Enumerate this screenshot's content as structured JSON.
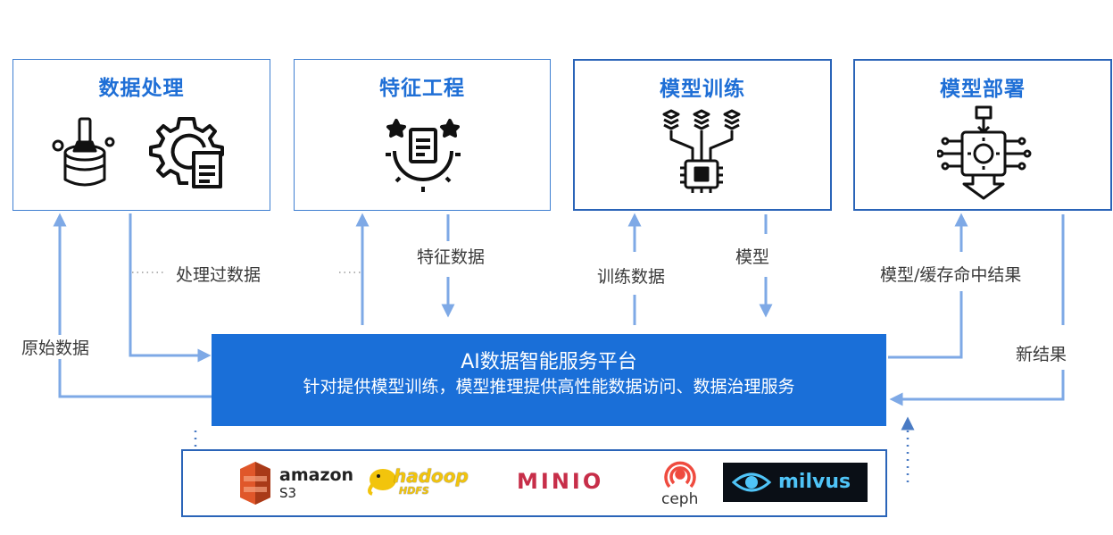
{
  "stages": {
    "data_processing": {
      "title": "数据处理",
      "icon_left": "database-brush-icon",
      "icon_right": "gear-document-icon"
    },
    "feature_engineering": {
      "title": "特征工程",
      "icon": "gear-document-stars-icon"
    },
    "model_training": {
      "title": "模型训练",
      "icon": "chip-network-icon"
    },
    "model_deployment": {
      "title": "模型部署",
      "icon": "processor-deploy-icon"
    }
  },
  "flow_labels": {
    "raw_data": "原始数据",
    "processed_data": "处理过数据",
    "feature_data": "特征数据",
    "training_data": "训练数据",
    "model": "模型",
    "model_cache_hit": "模型/缓存命中结果",
    "new_result": "新结果"
  },
  "platform": {
    "title": "AI数据智能服务平台",
    "subtitle": "针对提供模型训练，模型推理提供高性能数据访问、数据治理服务"
  },
  "storage_logos": {
    "amazon_main": "amazon",
    "amazon_sub": "S3",
    "hadoop_main": "hadoop",
    "hadoop_sub": "HDFS",
    "minio": "MINIO",
    "ceph": "ceph",
    "milvus": "milvus"
  },
  "colors": {
    "accent": "#1f6fd6",
    "platform_bg": "#1a6fd8",
    "arrow": "#7ea9e6",
    "border": "#2a64b8",
    "amazon": "#e0572a",
    "hadoop": "#f2c40c",
    "minio": "#c72e49",
    "ceph": "#ef4b3f",
    "milvus_bg": "#0a0f16",
    "milvus_fg": "#4fc4f7"
  }
}
